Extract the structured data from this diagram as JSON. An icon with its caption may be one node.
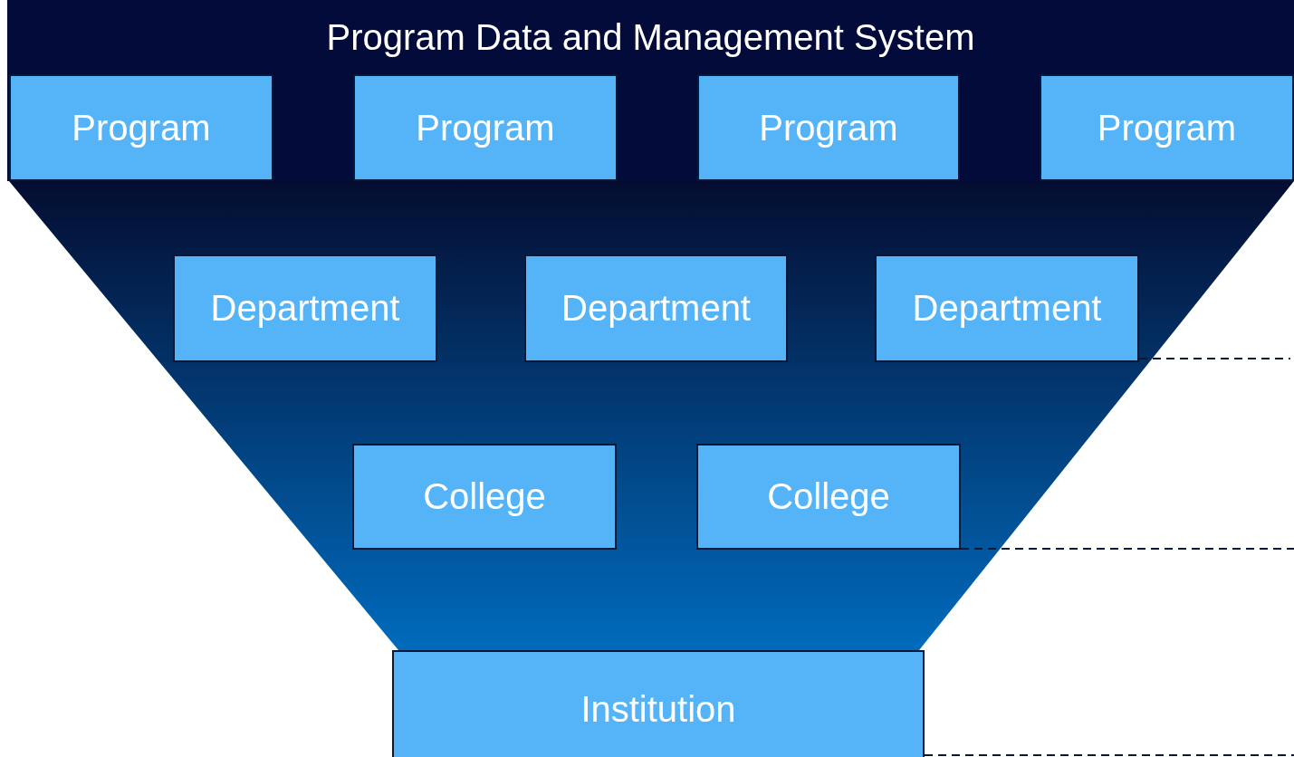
{
  "diagram": {
    "nodes": [
      {
        "text": [
          "Program Data and Management System"
        ]
      },
      {
        "text": [
          "Program"
        ],
        "in": 0
      },
      {
        "text": [
          "Program"
        ],
        "in": 0
      },
      {
        "text": [
          "Program"
        ],
        "in": 0
      },
      {
        "text": [
          "Program"
        ],
        "in": 0
      },
      {
        "text": [],
        "shape": "trapezoid"
      },
      {
        "text": [
          "Department"
        ],
        "in": 5
      },
      {
        "text": [
          "Department"
        ],
        "in": 5
      },
      {
        "text": [
          "Department"
        ],
        "in": 5
      },
      {
        "text": [
          "College"
        ],
        "in": 5
      },
      {
        "text": [
          "College"
        ],
        "in": 5
      },
      {
        "text": [
          "Institution"
        ]
      }
    ]
  }
}
